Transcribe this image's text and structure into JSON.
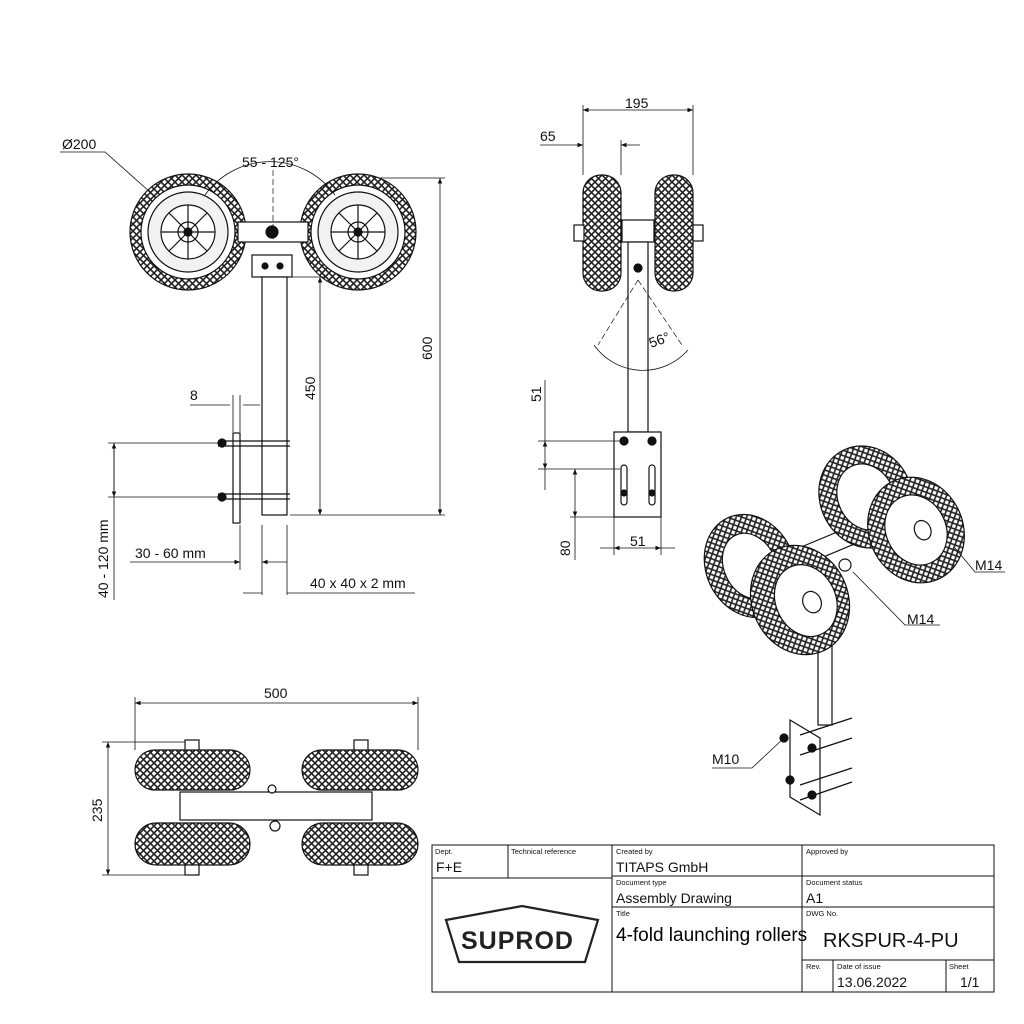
{
  "dimensions": {
    "wheel_diameter": "Ø200",
    "angle_range": "55 - 125°",
    "overall_height": "600",
    "tube_length": "450",
    "plate_thickness": "8",
    "clamp_range": "40 - 120 mm",
    "offset_range": "30 - 60 mm",
    "tube_section": "40 x 40 x 2 mm",
    "side_width": "195",
    "wheel_width": "65",
    "side_angle": "56°",
    "hole_spacing": "51",
    "slot_length": "80",
    "plate_width": "51",
    "top_length": "500",
    "top_width": "235"
  },
  "callouts": {
    "bolt_m14_a": "M14",
    "bolt_m14_b": "M14",
    "bolt_m10": "M10"
  },
  "title_block": {
    "dept_label": "Dept.",
    "dept_value": "F+E",
    "tech_ref_label": "Technical reference",
    "created_by_label": "Created by",
    "created_by_value": "TITAPS GmbH",
    "approved_by_label": "Approved by",
    "doc_type_label": "Document type",
    "doc_type_value": "Assembly Drawing",
    "doc_status_label": "Document status",
    "doc_status_value": "A1",
    "title_label": "Title",
    "title_value": "4-fold launching rollers",
    "dwg_no_label": "DWG No.",
    "dwg_no_value": "RKSPUR-4-PU",
    "rev_label": "Rev.",
    "date_label": "Date of issue",
    "date_value": "13.06.2022",
    "sheet_label": "Sheet",
    "sheet_value": "1/1",
    "logo_text": "SUPROD"
  },
  "colors": {
    "line": "#111111",
    "tire_fill": "#e8e8e8",
    "tread": "#222222"
  }
}
